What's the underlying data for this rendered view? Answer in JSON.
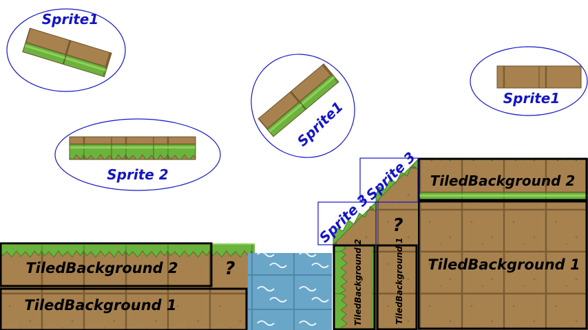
{
  "labels": {
    "sprite1": "Sprite1",
    "sprite2": "Sprite 2",
    "sprite3": "Sprite 3",
    "tiled1": "TiledBackground  1",
    "tiled2": "TiledBackground 2",
    "tiled1_vertical": "TiledBackground 1",
    "unknown": "?"
  },
  "colors": {
    "accent_blue": "#1414c8",
    "grass": "#6cb33e",
    "grass_dark": "#3f7d20",
    "dirt": "#a7824f",
    "dirt_dark": "#6b4f2a",
    "water": "#6aa6c8",
    "outline": "#000000"
  }
}
